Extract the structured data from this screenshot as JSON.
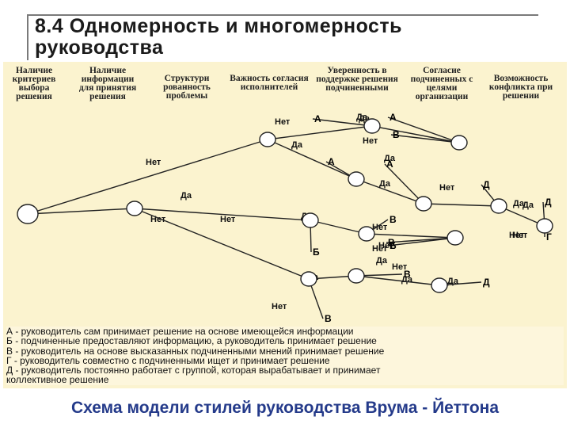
{
  "slide": {
    "title": "8.4 Одномерность и многомерность руководства",
    "caption": "Схема модели стилей руководства Врума - Йеттона"
  },
  "headers": [
    "Наличие критериев выбора решения",
    "Наличие информации для принятия решения",
    "Структури рованность проблемы",
    "Важность согласия исполнителей",
    "Уверенность в поддержке решения подчиненными",
    "Согласие подчиненных с целями организации",
    "Возможность конфликта при решении"
  ],
  "tree": {
    "nodes": [
      "n0",
      "n1",
      "n2",
      "n3",
      "n4",
      "n5",
      "n6",
      "n7",
      "n8",
      "n9",
      "n10",
      "n11",
      "n12",
      "n13",
      "n14",
      "n15"
    ],
    "edges": [
      {
        "from": "n0",
        "to": "n1",
        "label": "Нет"
      },
      {
        "from": "n0",
        "to": "n3",
        "label": "Да"
      },
      {
        "from": "n1",
        "to": "n2",
        "label": "Нет"
      },
      {
        "from": "n1",
        "to": "n5",
        "label": "Да"
      },
      {
        "from": "n2",
        "to": "n4",
        "label": "Да"
      },
      {
        "from": "n2",
        "to": "out-A1",
        "label": ""
      },
      {
        "from": "n4",
        "to": "out-A2",
        "label": "Да"
      },
      {
        "from": "n4",
        "to": "out-B1",
        "label": "Нет"
      },
      {
        "from": "n5",
        "to": "out-A3",
        "label": ""
      },
      {
        "from": "n5",
        "to": "n6",
        "label": "Да"
      },
      {
        "from": "n6",
        "to": "out-A4",
        "label": "Да"
      },
      {
        "from": "n6",
        "to": "n12",
        "label": "Нет"
      },
      {
        "from": "n12",
        "to": "out-D1",
        "label": "Да"
      },
      {
        "from": "n12",
        "to": "n14",
        "label": "Нет"
      },
      {
        "from": "n14",
        "to": "out-D2",
        "label": "Да"
      },
      {
        "from": "n14",
        "to": "out-G1",
        "label": "Нет"
      },
      {
        "from": "n3",
        "to": "n7",
        "label": "Нет"
      },
      {
        "from": "n3",
        "to": "n11",
        "label": "Нет"
      },
      {
        "from": "n7",
        "to": "n8",
        "label": "Да"
      },
      {
        "from": "n7",
        "to": "out-B2",
        "label": "Нет"
      },
      {
        "from": "n8",
        "to": "out-V1",
        "label": "Да"
      },
      {
        "from": "n8",
        "to": "n9",
        "label": "Нет"
      },
      {
        "from": "n9",
        "to": "out-V2",
        "label": "Нет"
      },
      {
        "from": "n9",
        "to": "out-B3",
        "label": "Нет"
      },
      {
        "from": "n11",
        "to": "n10",
        "label": "Да"
      },
      {
        "from": "n11",
        "to": "out-V3",
        "label": "Нет"
      },
      {
        "from": "n10",
        "to": "out-V4",
        "label": "Да"
      },
      {
        "from": "n10",
        "to": "n13",
        "label": "Да"
      },
      {
        "from": "n13",
        "to": "out-D3",
        "label": ""
      }
    ],
    "outcomes": {
      "out-A1": "А",
      "out-A2": "А",
      "out-A3": "А",
      "out-A4": "А",
      "out-B1": "В",
      "out-B2": "Б",
      "out-B3": "Б",
      "out-V1": "В",
      "out-V2": "В",
      "out-V3": "В",
      "out-V4": "В",
      "out-D1": "Д",
      "out-D2": "Д",
      "out-D3": "Д",
      "out-G1": "Г"
    }
  },
  "legend": [
    "А - руководитель сам принимает решение на основе имеющейся информации",
    "Б - подчиненные предоставляют информацию, а руководитель принимает решение",
    "В - руководитель на основе высказанных подчиненными мнений принимает решение",
    "Г - руководитель совместно с подчиненными ищет и принимает решение",
    "Д - руководитель постоянно работает с группой, которая вырабатывает и принимает",
    "коллективное решение"
  ]
}
